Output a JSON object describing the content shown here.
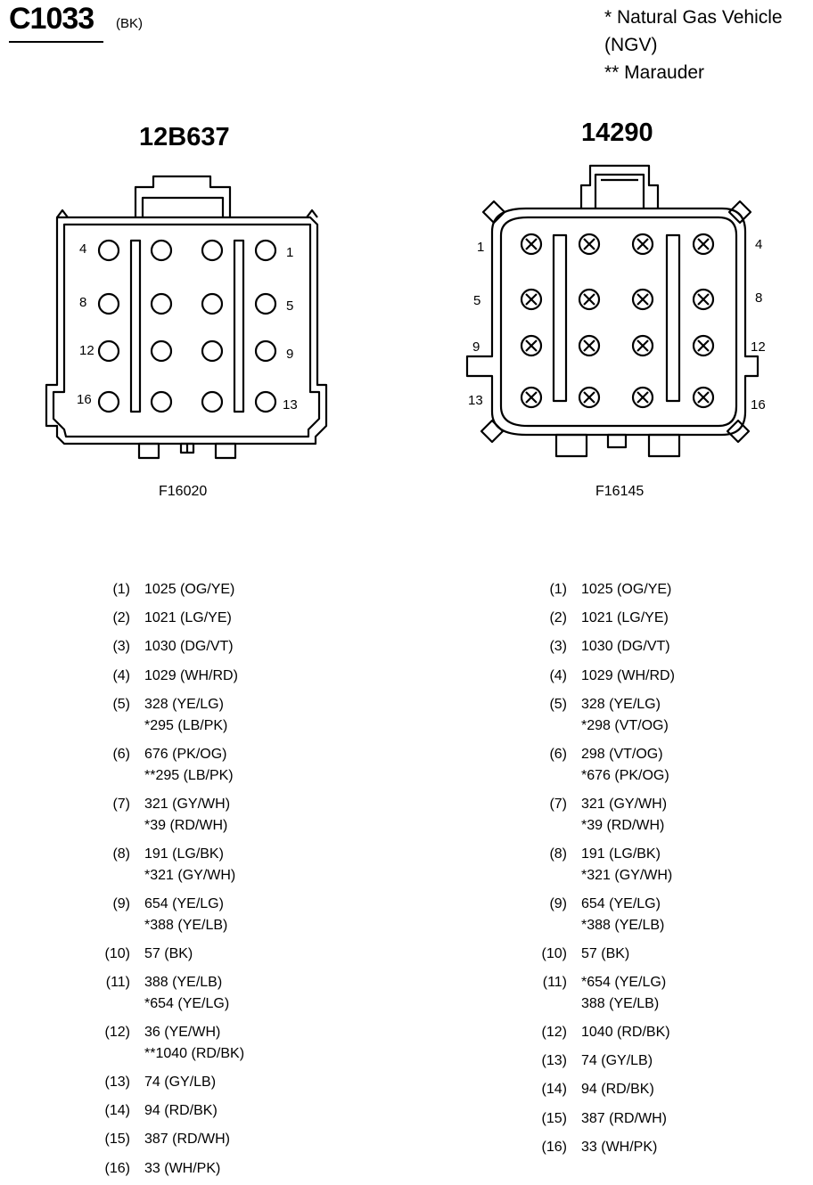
{
  "header": {
    "connector_id": "C1033",
    "connector_color": "(BK)",
    "notes": [
      "* Natural Gas Vehicle",
      "(NGV)",
      "** Marauder"
    ]
  },
  "left_connector": {
    "part_number": "12B637",
    "figure_code": "F16020",
    "pin_labels": {
      "p4": "4",
      "p1": "1",
      "p8": "8",
      "p5": "5",
      "p12": "12",
      "p9": "9",
      "p16": "16",
      "p13": "13"
    },
    "pins": [
      {
        "num": "(1)",
        "wires": [
          "1025 (OG/YE)"
        ]
      },
      {
        "num": "(2)",
        "wires": [
          "1021 (LG/YE)"
        ]
      },
      {
        "num": "(3)",
        "wires": [
          "1030 (DG/VT)"
        ]
      },
      {
        "num": "(4)",
        "wires": [
          "1029 (WH/RD)"
        ]
      },
      {
        "num": "(5)",
        "wires": [
          "328 (YE/LG)",
          "*295 (LB/PK)"
        ]
      },
      {
        "num": "(6)",
        "wires": [
          "676 (PK/OG)",
          "**295 (LB/PK)"
        ]
      },
      {
        "num": "(7)",
        "wires": [
          "321 (GY/WH)",
          "*39 (RD/WH)"
        ]
      },
      {
        "num": "(8)",
        "wires": [
          "191 (LG/BK)",
          "*321 (GY/WH)"
        ]
      },
      {
        "num": "(9)",
        "wires": [
          "654 (YE/LG)",
          "*388 (YE/LB)"
        ]
      },
      {
        "num": "(10)",
        "wires": [
          "57 (BK)"
        ]
      },
      {
        "num": "(11)",
        "wires": [
          "388 (YE/LB)",
          "*654 (YE/LG)"
        ]
      },
      {
        "num": "(12)",
        "wires": [
          "36 (YE/WH)",
          "**1040 (RD/BK)"
        ]
      },
      {
        "num": "(13)",
        "wires": [
          "74 (GY/LB)"
        ]
      },
      {
        "num": "(14)",
        "wires": [
          "94 (RD/BK)"
        ]
      },
      {
        "num": "(15)",
        "wires": [
          "387 (RD/WH)"
        ]
      },
      {
        "num": "(16)",
        "wires": [
          "33 (WH/PK)"
        ]
      }
    ]
  },
  "right_connector": {
    "part_number": "14290",
    "figure_code": "F16145",
    "pin_labels": {
      "p1": "1",
      "p4": "4",
      "p5": "5",
      "p8": "8",
      "p9": "9",
      "p12": "12",
      "p13": "13",
      "p16": "16"
    },
    "pins": [
      {
        "num": "(1)",
        "wires": [
          "1025 (OG/YE)"
        ]
      },
      {
        "num": "(2)",
        "wires": [
          "1021 (LG/YE)"
        ]
      },
      {
        "num": "(3)",
        "wires": [
          "1030 (DG/VT)"
        ]
      },
      {
        "num": "(4)",
        "wires": [
          "1029 (WH/RD)"
        ]
      },
      {
        "num": "(5)",
        "wires": [
          "328 (YE/LG)",
          "*298 (VT/OG)"
        ]
      },
      {
        "num": "(6)",
        "wires": [
          "298 (VT/OG)",
          "*676 (PK/OG)"
        ]
      },
      {
        "num": "(7)",
        "wires": [
          "321 (GY/WH)",
          "*39 (RD/WH)"
        ]
      },
      {
        "num": "(8)",
        "wires": [
          "191 (LG/BK)",
          "*321 (GY/WH)"
        ]
      },
      {
        "num": "(9)",
        "wires": [
          "654 (YE/LG)",
          "*388 (YE/LB)"
        ]
      },
      {
        "num": "(10)",
        "wires": [
          "57 (BK)"
        ]
      },
      {
        "num": "(11)",
        "wires": [
          "*654 (YE/LG)",
          "388 (YE/LB)"
        ]
      },
      {
        "num": "(12)",
        "wires": [
          "1040 (RD/BK)"
        ]
      },
      {
        "num": "(13)",
        "wires": [
          "74 (GY/LB)"
        ]
      },
      {
        "num": "(14)",
        "wires": [
          "94 (RD/BK)"
        ]
      },
      {
        "num": "(15)",
        "wires": [
          "387 (RD/WH)"
        ]
      },
      {
        "num": "(16)",
        "wires": [
          "33 (WH/PK)"
        ]
      }
    ]
  }
}
